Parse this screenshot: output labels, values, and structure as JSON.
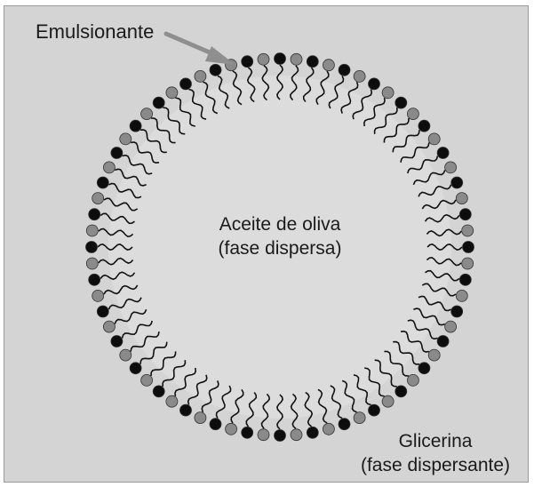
{
  "labels": {
    "emulsifier": "Emulsionante",
    "oil_line1": "Aceite de oliva",
    "oil_line2": "(fase dispersa)",
    "glycerin_line1": "Glicerina",
    "glycerin_line2": "(fase dispersante)"
  },
  "colors": {
    "background": "#d4d4d4",
    "droplet": "#dcdcdc",
    "head_dark": "#0d0d0d",
    "head_gray": "#8a8a8a",
    "tail": "#111111",
    "arrow": "#8f8f8f"
  },
  "molecule_count": 72,
  "head_pattern": "alternating dark and gray polar heads"
}
